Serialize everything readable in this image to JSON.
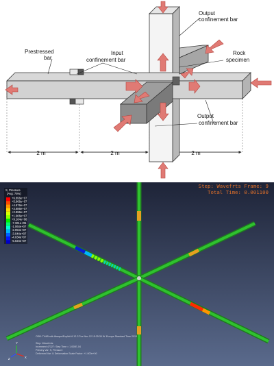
{
  "schematic": {
    "labels": {
      "output_top": [
        "Output",
        "confinement bar"
      ],
      "prestressed": [
        "Prestressed",
        "bar"
      ],
      "input": [
        "Input",
        "confinement bar"
      ],
      "rock": [
        "Rock",
        "specimen"
      ],
      "output_bottom": [
        "Output",
        "confinement bar"
      ]
    },
    "dimensions": [
      "2 m",
      "2 m",
      "2 m"
    ]
  },
  "simulation": {
    "step_line": "Step: Wavefrts  Frame: 9",
    "time_line": "Total Time:    0.001100",
    "legend": {
      "title": "S, Pressure",
      "subtitle": "(Avg: 75%)",
      "values": [
        "+6.856e+07",
        "+5.866e+07",
        "+4.876e+07",
        "+3.886e+07",
        "+2.896e+07",
        "+1.906e+07",
        "+9.164e+06",
        "-7.361e+05",
        "-1.064e+07",
        "-2.054e+07",
        "-3.044e+07",
        "-4.034e+07",
        "-5.024e+07"
      ],
      "colors": [
        "#ff0000",
        "#ff4a00",
        "#ff9400",
        "#ffd800",
        "#d9ff00",
        "#8fff00",
        "#00f000",
        "#00ff6a",
        "#00ffd0",
        "#00b4ff",
        "#0060ff",
        "#0018ff",
        "#0000c8"
      ]
    },
    "footer": [
      "ODB: TH4B.odb    Abaqus/Explicit 6.12-3    Tue Nov 12 15:25:30 W. Europe Standard Time 2013",
      "Step: Wavefrnts",
      "Increment    47327: Step Time = 1.000E-04",
      "Primary Var: S, Pressure",
      "Deformed Var: U   Deformation Scale Factor: +1.000e+00"
    ],
    "triad": {
      "x": "X",
      "y": "Y",
      "z": "Z"
    }
  }
}
